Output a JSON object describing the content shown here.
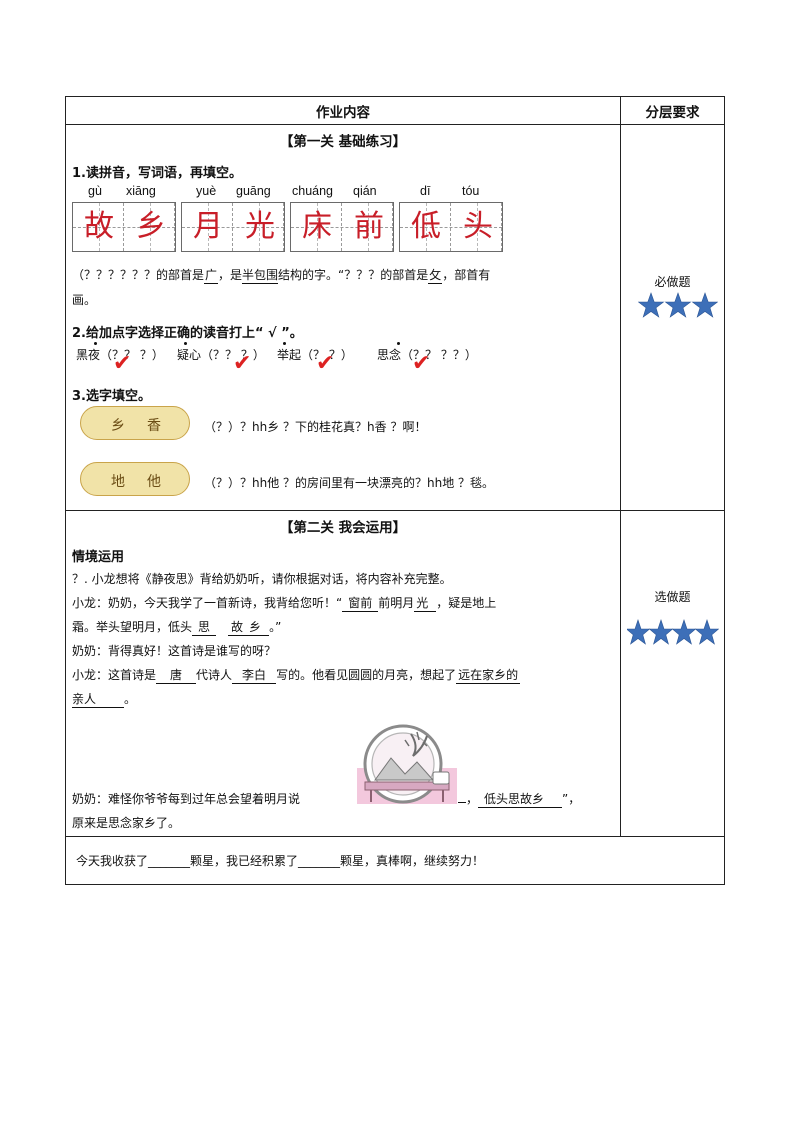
{
  "header": {
    "content": "作业内容",
    "level": "分层要求"
  },
  "section1": {
    "title": "【第一关  基础练习】",
    "q1": {
      "title": "1.读拼音，写词语，再填空。",
      "pinyin": [
        "gù",
        "xiāng",
        "yuè",
        "guāng",
        "chuáng",
        "qián",
        "dī",
        "tóu"
      ],
      "chars": [
        "故",
        "乡",
        "月",
        "光",
        "床",
        "前",
        "低",
        "头"
      ],
      "line1": "（？？？？？？的部首是",
      "line1_a": "广",
      "line1_b": "，是",
      "line1_c": "半包围",
      "line1_d": "结构的字。“？？？的部首是",
      "line1_e": "攵",
      "line1_f": "，部首有",
      "line1_g": "画。"
    },
    "q2": {
      "title": "2.给加点字选择正确的读音打上“ √ ”。",
      "words": [
        "黑夜（？？ ？）",
        "疑心（？？ ？）",
        "举起（？ ？）",
        "思念（？？ ？？）"
      ]
    },
    "q3": {
      "title": "3.选字填空。",
      "pill1": [
        "乡",
        "香"
      ],
      "pill2": [
        "地",
        "他"
      ],
      "s1": "（？）？hh乡 ？下的桂花真？h香 ？啊！",
      "s2": "（？）？hh他 ？的房间里有一块漂亮的？hh地    ？毯。"
    },
    "level": "必做题",
    "stars": 3
  },
  "section2": {
    "title": "【第二关  我会运用】",
    "subtitle": "情境运用",
    "intro": "？. 小龙想将《静夜思》背给奶奶听，请你根据对话，将内容补充完整。",
    "l1a": "小龙：奶奶，今天我学了一首新诗，我背给您听！“",
    "l1b": "窗前",
    "l1c": "前明月",
    "l1d": "光",
    "l1e": "，疑是地上",
    "l2a": "霜。举头望明月，低头",
    "l2b": "思",
    "l2c": "故",
    "l2d": "乡",
    "l2e": "。”",
    "l3": "奶奶：背得真好！这首诗是谁写的呀？",
    "l4a": "小龙：这首诗是",
    "l4b": "唐",
    "l4c": "代诗人",
    "l4d": "李白",
    "l4e": "写的。他看见圆圆的月亮，想起了",
    "l4f": "远在家乡的",
    "l5a": "亲人",
    "l6a": "奶奶：难怪你爷爷每到过年总会望着明月说",
    "l6b": "，",
    "l6c": "低头思故乡",
    "l6d": "”，",
    "l7": "原来是思念家乡了。",
    "level": "选做题",
    "stars": 4
  },
  "footer": {
    "text": "今天我收获了_______颗星，我已经积累了_______颗星，真棒啊，继续努力！"
  },
  "colors": {
    "answer": "#c81e28",
    "star": "#3d6fb8"
  }
}
